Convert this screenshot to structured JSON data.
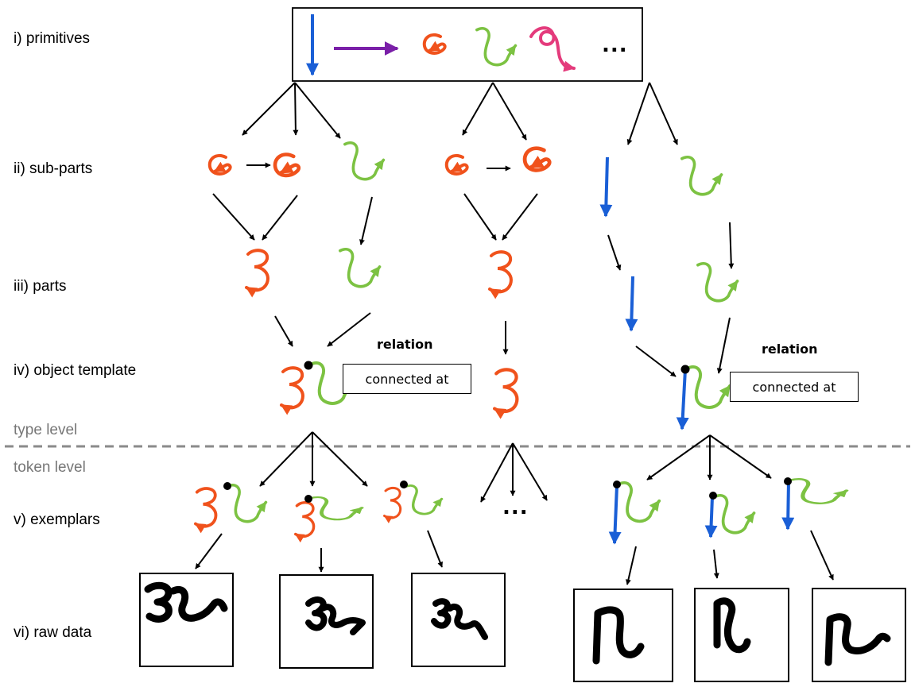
{
  "rows": {
    "primitives": "i) primitives",
    "sub_parts": "ii) sub-parts",
    "parts": "iii) parts",
    "object_template": "iv) object template",
    "exemplars": "v) exemplars",
    "raw_data": "vi) raw data"
  },
  "levels": {
    "type": "type level",
    "token": "token level"
  },
  "relation": {
    "title": "relation",
    "type": "connected at"
  },
  "ellipsis": "...",
  "colors": {
    "blue": "#1a5fd6",
    "purple": "#7a1fa8",
    "red": "#f0521c",
    "green": "#7cc242",
    "pink": "#e43b7c",
    "black": "#000000",
    "divider": "#8a8a8a"
  },
  "icons": [
    "down-stroke-icon",
    "right-arrow-icon",
    "curl-stroke-icon",
    "wave-stroke-icon",
    "loop-stroke-icon",
    "character-glyph-icon"
  ]
}
